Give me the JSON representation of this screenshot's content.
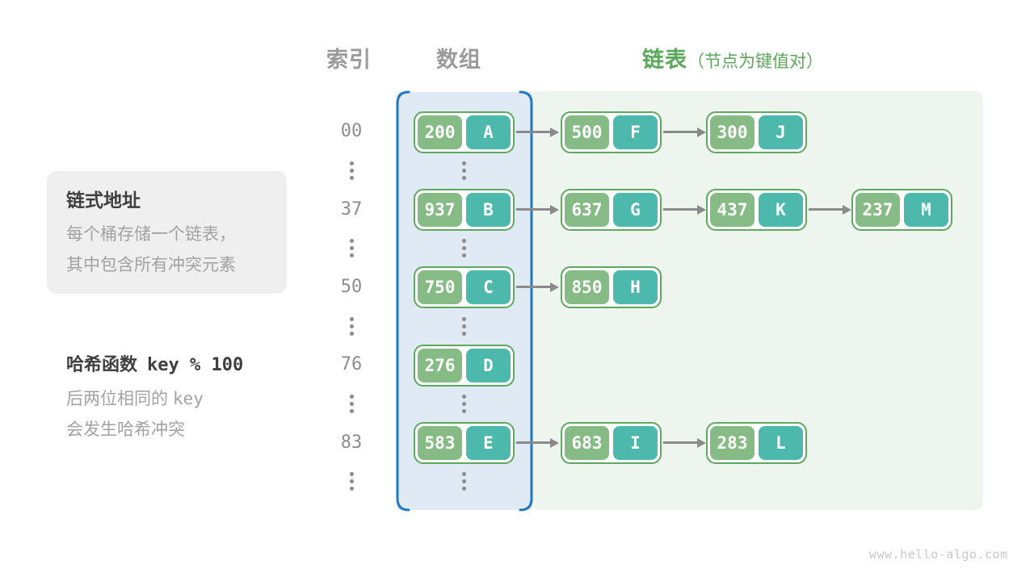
{
  "headers": {
    "index": "索引",
    "array": "数组",
    "list": "链表",
    "list_note": "（节点为键值对）"
  },
  "notes": {
    "box_title": "链式地址",
    "box_line1": "每个桶存储一个链表，",
    "box_line2": "其中包含所有冲突元素",
    "hash_title_prefix": "哈希函数",
    "hash_title_code": "key % 100",
    "hash_line1_text": "后两位相同的",
    "hash_line1_code": "key",
    "hash_line2": "会发生哈希冲突"
  },
  "rows": [
    {
      "index": "00",
      "bucket": {
        "key": "200",
        "value": "A"
      },
      "chain": [
        {
          "key": "500",
          "value": "F"
        },
        {
          "key": "300",
          "value": "J"
        }
      ]
    },
    {
      "index": "37",
      "bucket": {
        "key": "937",
        "value": "B"
      },
      "chain": [
        {
          "key": "637",
          "value": "G"
        },
        {
          "key": "437",
          "value": "K"
        },
        {
          "key": "237",
          "value": "M"
        }
      ]
    },
    {
      "index": "50",
      "bucket": {
        "key": "750",
        "value": "C"
      },
      "chain": [
        {
          "key": "850",
          "value": "H"
        }
      ]
    },
    {
      "index": "76",
      "bucket": {
        "key": "276",
        "value": "D"
      },
      "chain": []
    },
    {
      "index": "83",
      "bucket": {
        "key": "583",
        "value": "E"
      },
      "chain": [
        {
          "key": "683",
          "value": "I"
        },
        {
          "key": "283",
          "value": "L"
        }
      ]
    }
  ],
  "watermark": "www.hello-algo.com",
  "colors": {
    "header_gray": "#9a9a9a",
    "accent_green": "#5ca85b",
    "node_key_green": "#86bb85",
    "node_value_teal": "#4cb9ac",
    "node_border_green": "#5fa860",
    "array_panel_blue_fill": "#dfeaf5",
    "array_bracket_blue": "#1f78c0",
    "list_panel_green_fill": "#eef5ee",
    "arrow_gray": "#8a8a8a",
    "note_box_gray": "#efefef"
  }
}
